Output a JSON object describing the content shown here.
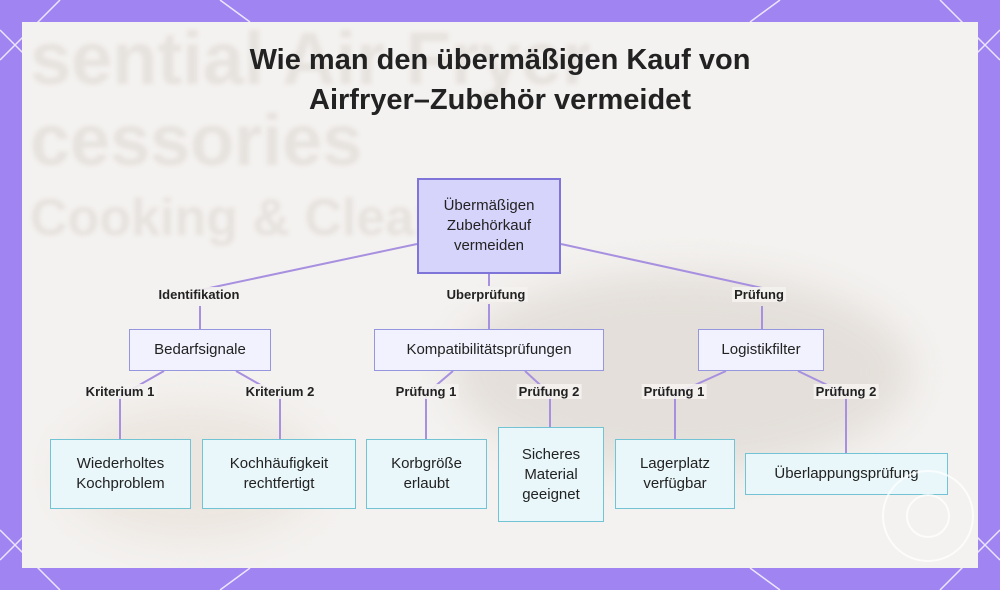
{
  "title_lines": [
    "Wie man den übermäßigen Kauf von",
    "Airfryer–Zubehör vermeidet"
  ],
  "background_text": [
    "sential Air Fryer",
    "cessories",
    "Cooking & Clean"
  ],
  "colors": {
    "frame": "#a084f2",
    "card": "#f4f2f0",
    "root_fill": "#d6d4fb",
    "root_border": "#7f74d8",
    "mid_fill": "#f1f2fd",
    "mid_border": "#9596de",
    "leaf_fill": "#e9f7fb",
    "leaf_border": "#72c3d3",
    "connector": "#a890e0"
  },
  "tree": {
    "root": "Übermäßigen\nZubehörkauf\nvermeiden",
    "branches": [
      {
        "edge_label": "Identifikation",
        "node": "Bedarfsignale",
        "children": [
          {
            "edge_label": "Kriterium 1",
            "node": "Wiederholtes\nKochproblem"
          },
          {
            "edge_label": "Kriterium 2",
            "node": "Kochhäufigkeit\nrechtfertigt"
          }
        ]
      },
      {
        "edge_label": "Uberprüfung",
        "node": "Kompatibilitätsprüfungen",
        "children": [
          {
            "edge_label": "Prüfung 1",
            "node": "Korbgröße\nerlaubt"
          },
          {
            "edge_label": "Prüfung 2",
            "node": "Sicheres\nMaterial\ngeeignet"
          }
        ]
      },
      {
        "edge_label": "Prüfung",
        "node": "Logistikfilter",
        "children": [
          {
            "edge_label": "Prüfung 1",
            "node": "Lagerplatz\nverfügbar"
          },
          {
            "edge_label": "Prüfung 2",
            "node": "Überlappungsprüfung"
          }
        ]
      }
    ]
  }
}
